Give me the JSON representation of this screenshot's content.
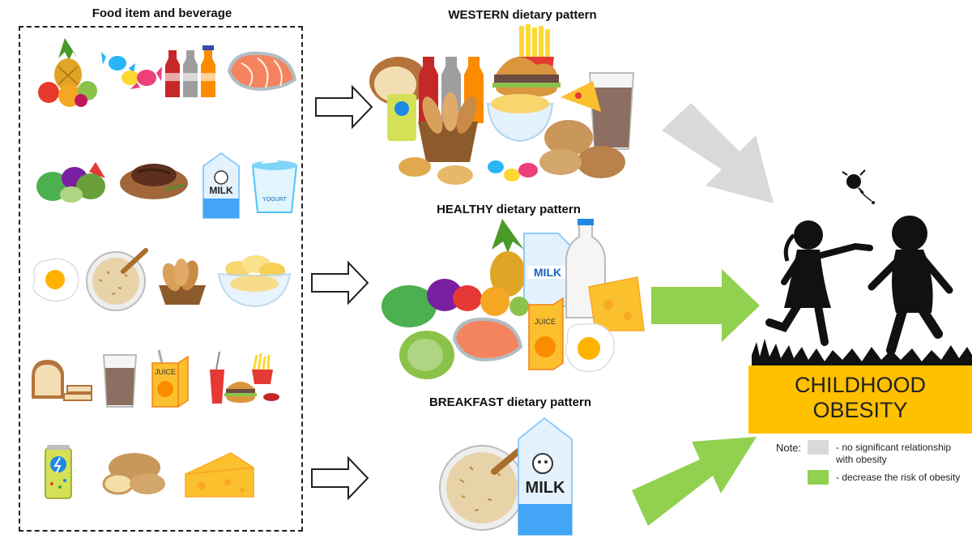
{
  "headings": {
    "food_items": "Food item and beverage",
    "western": "WESTERN dietary pattern",
    "healthy": "HEALTHY dietary pattern",
    "breakfast": "BREAKFAST dietary pattern"
  },
  "outcome": {
    "line1": "CHILDHOOD",
    "line2": "OBESITY"
  },
  "note": {
    "title": "Note:",
    "gray_text_1": "- no significant relationship",
    "gray_text_2": "with obesity",
    "green_text": "- decrease the risk of obesity"
  },
  "food_labels": {
    "milk": "MILK",
    "yogurt": "YOGURT",
    "juice": "JUICE"
  },
  "colors": {
    "no_relationship": "#d9d9d9",
    "decrease_risk": "#92d050",
    "outcome_box": "#ffc000",
    "silhouette": "#111111"
  },
  "icons": [
    "pineapple-fruit-icon",
    "candy-icon",
    "soda-bottles-icon",
    "salmon-icon",
    "vegetables-icon",
    "steak-icon",
    "milk-carton-icon",
    "yogurt-icon",
    "fried-egg-icon",
    "oatmeal-bowl-icon",
    "bread-basket-icon",
    "chips-bowl-icon",
    "bread-loaf-icon",
    "chocolate-milk-icon",
    "juice-box-icon",
    "fast-food-icon",
    "energy-drink-icon",
    "potato-icon",
    "cheese-icon",
    "children-silhouette-icon"
  ]
}
